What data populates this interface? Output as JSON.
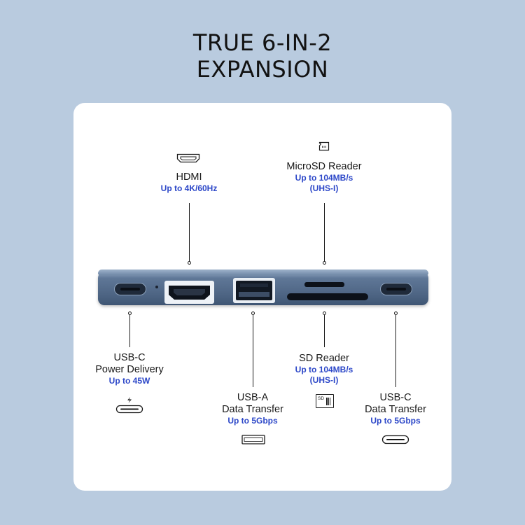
{
  "title": {
    "line1": "TRUE 6-IN-2",
    "line2": "EXPANSION"
  },
  "ports": {
    "hdmi": {
      "name": "HDMI",
      "spec": "Up to 4K/60Hz",
      "icon": "hdmi-icon"
    },
    "microsd": {
      "name": "MicroSD Reader",
      "spec": "Up to 104MB/s",
      "spec2": "(UHS-I)",
      "icon": "microsd-icon"
    },
    "usbc_pd": {
      "name1": "USB-C",
      "name2": "Power Delivery",
      "spec": "Up to 45W",
      "icon": "usb-c-power-icon"
    },
    "usba": {
      "name1": "USB-A",
      "name2": "Data Transfer",
      "spec": "Up to 5Gbps",
      "icon": "usb-a-icon"
    },
    "sd": {
      "name": "SD Reader",
      "spec": "Up to 104MB/s",
      "spec2": "(UHS-I)",
      "icon": "sd-card-icon",
      "icon_text": "SD"
    },
    "usbc_data": {
      "name1": "USB-C",
      "name2": "Data Transfer",
      "spec": "Up to 5Gbps",
      "icon": "usb-c-icon"
    }
  },
  "colors": {
    "background": "#b9cbdf",
    "card": "#ffffff",
    "spec_blue": "#2c47c8",
    "hub": "#4d6483"
  }
}
